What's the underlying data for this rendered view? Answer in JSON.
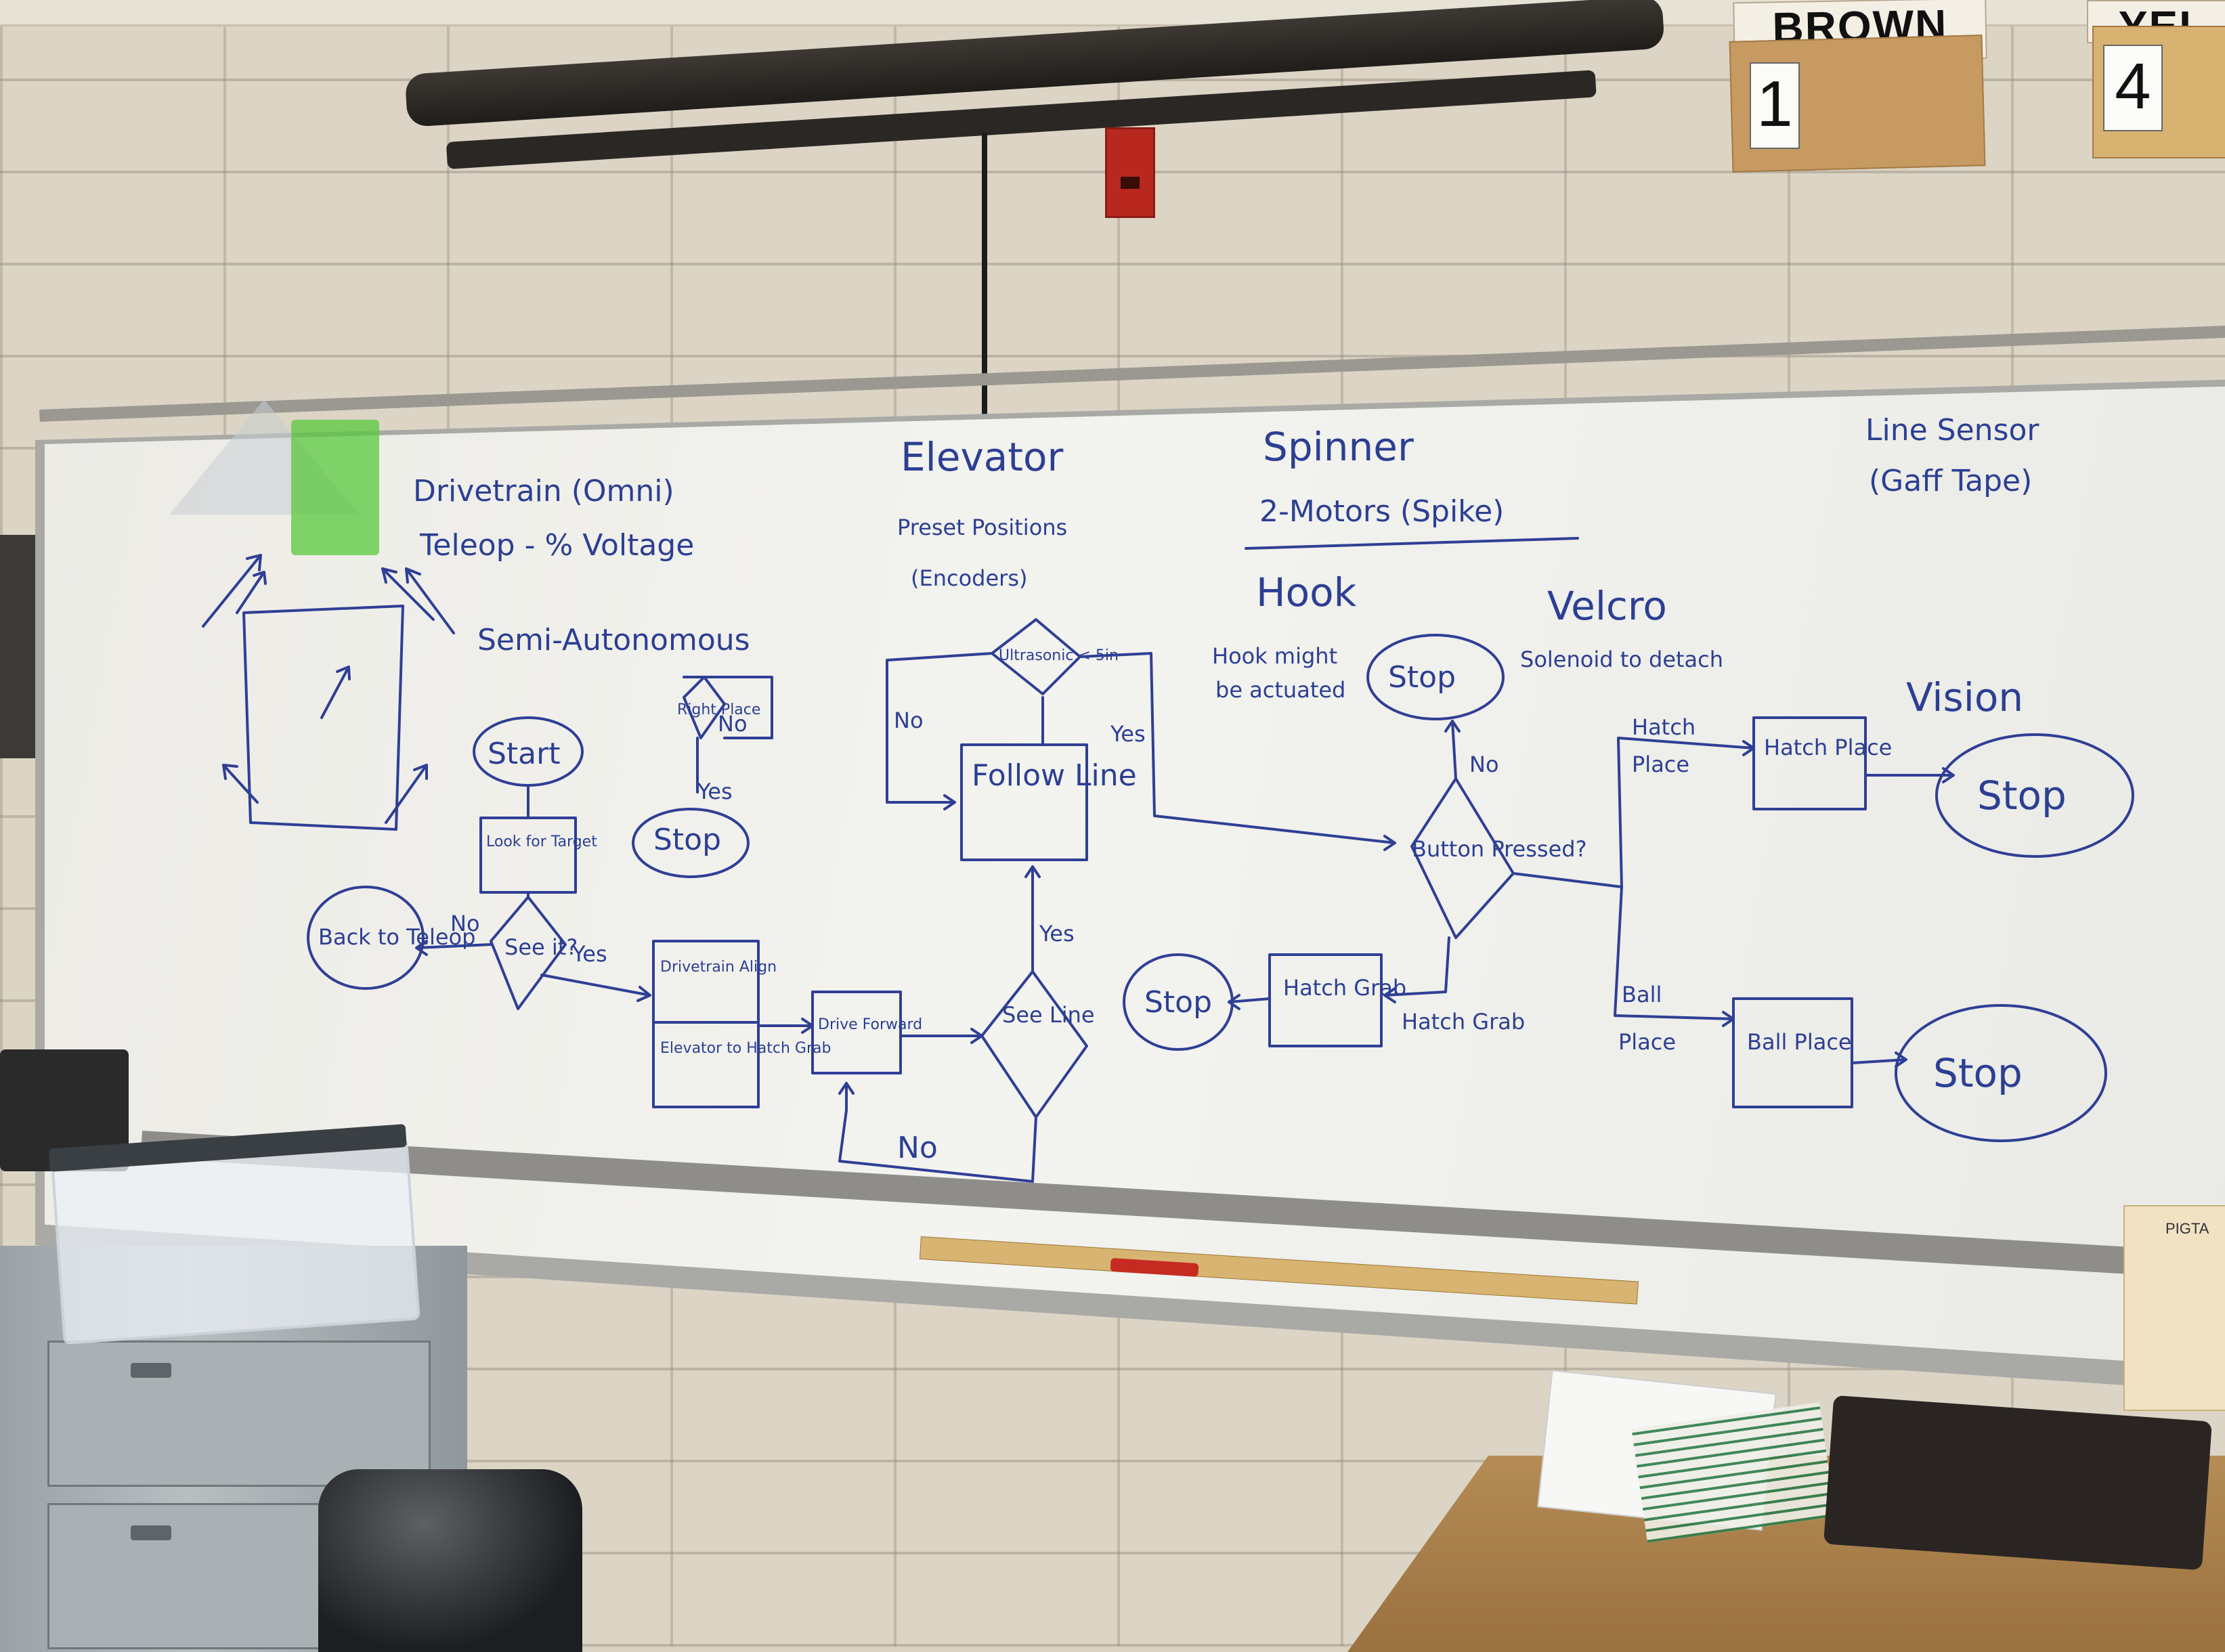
{
  "signs": {
    "brown_label": "BROWN",
    "brown_number": "1",
    "yellow_label": "YEL",
    "yellow_number": "4"
  },
  "whiteboard": {
    "ink_color": "#2f3f95",
    "drivetrain": {
      "title": "Drivetrain (Omni)",
      "subtitle": "Teleop - % Voltage"
    },
    "semi_autonomous": {
      "title": "Semi-Autonomous",
      "start": "Start",
      "look_for_target": "Look for Target",
      "see_it": "See it?",
      "no": "No",
      "yes": "Yes",
      "back_to_teleop": "Back to Teleop",
      "drivetrain_align": "Drivetrain Align",
      "elevator_to_hatch_grab": "Elevator to Hatch Grab",
      "drive_forward": "Drive Forward",
      "see_line": "See Line",
      "see_line_no": "No",
      "see_line_yes": "Yes",
      "small_decision": "Right Place",
      "small_no": "No",
      "small_yes": "Yes",
      "small_stop": "Stop"
    },
    "elevator": {
      "title": "Elevator",
      "line1": "Preset Positions",
      "line2": "(Encoders)",
      "ultrasonic": "Ultrasonic < 5in",
      "follow_line": "Follow Line",
      "loop_no": "No",
      "exit_yes": "Yes"
    },
    "spinner": {
      "title": "Spinner",
      "motors": "2-Motors (Spike)"
    },
    "hook": {
      "title": "Hook",
      "note_line1": "Hook might",
      "note_line2": "be actuated",
      "stop": "Stop",
      "no": "No",
      "button_pressed": "Button Pressed?",
      "hatch_grab_label": "Hatch Grab",
      "hatch_grab_box": "Hatch Grab",
      "stop_left": "Stop"
    },
    "velcro": {
      "title": "Velcro",
      "note": "Solenoid to detach"
    },
    "line_sensor": {
      "line1": "Line Sensor",
      "line2": "(Gaff Tape)"
    },
    "vision": {
      "title": "Vision",
      "hatch_place_label1": "Hatch",
      "hatch_place_label2": "Place",
      "hatch_place_box": "Hatch Place",
      "stop_top": "Stop",
      "ball_place_label1": "Ball",
      "ball_place_label2": "Place",
      "ball_place_box": "Ball Place",
      "stop_bottom": "Stop"
    }
  },
  "pigtail_label": "PIGTA"
}
